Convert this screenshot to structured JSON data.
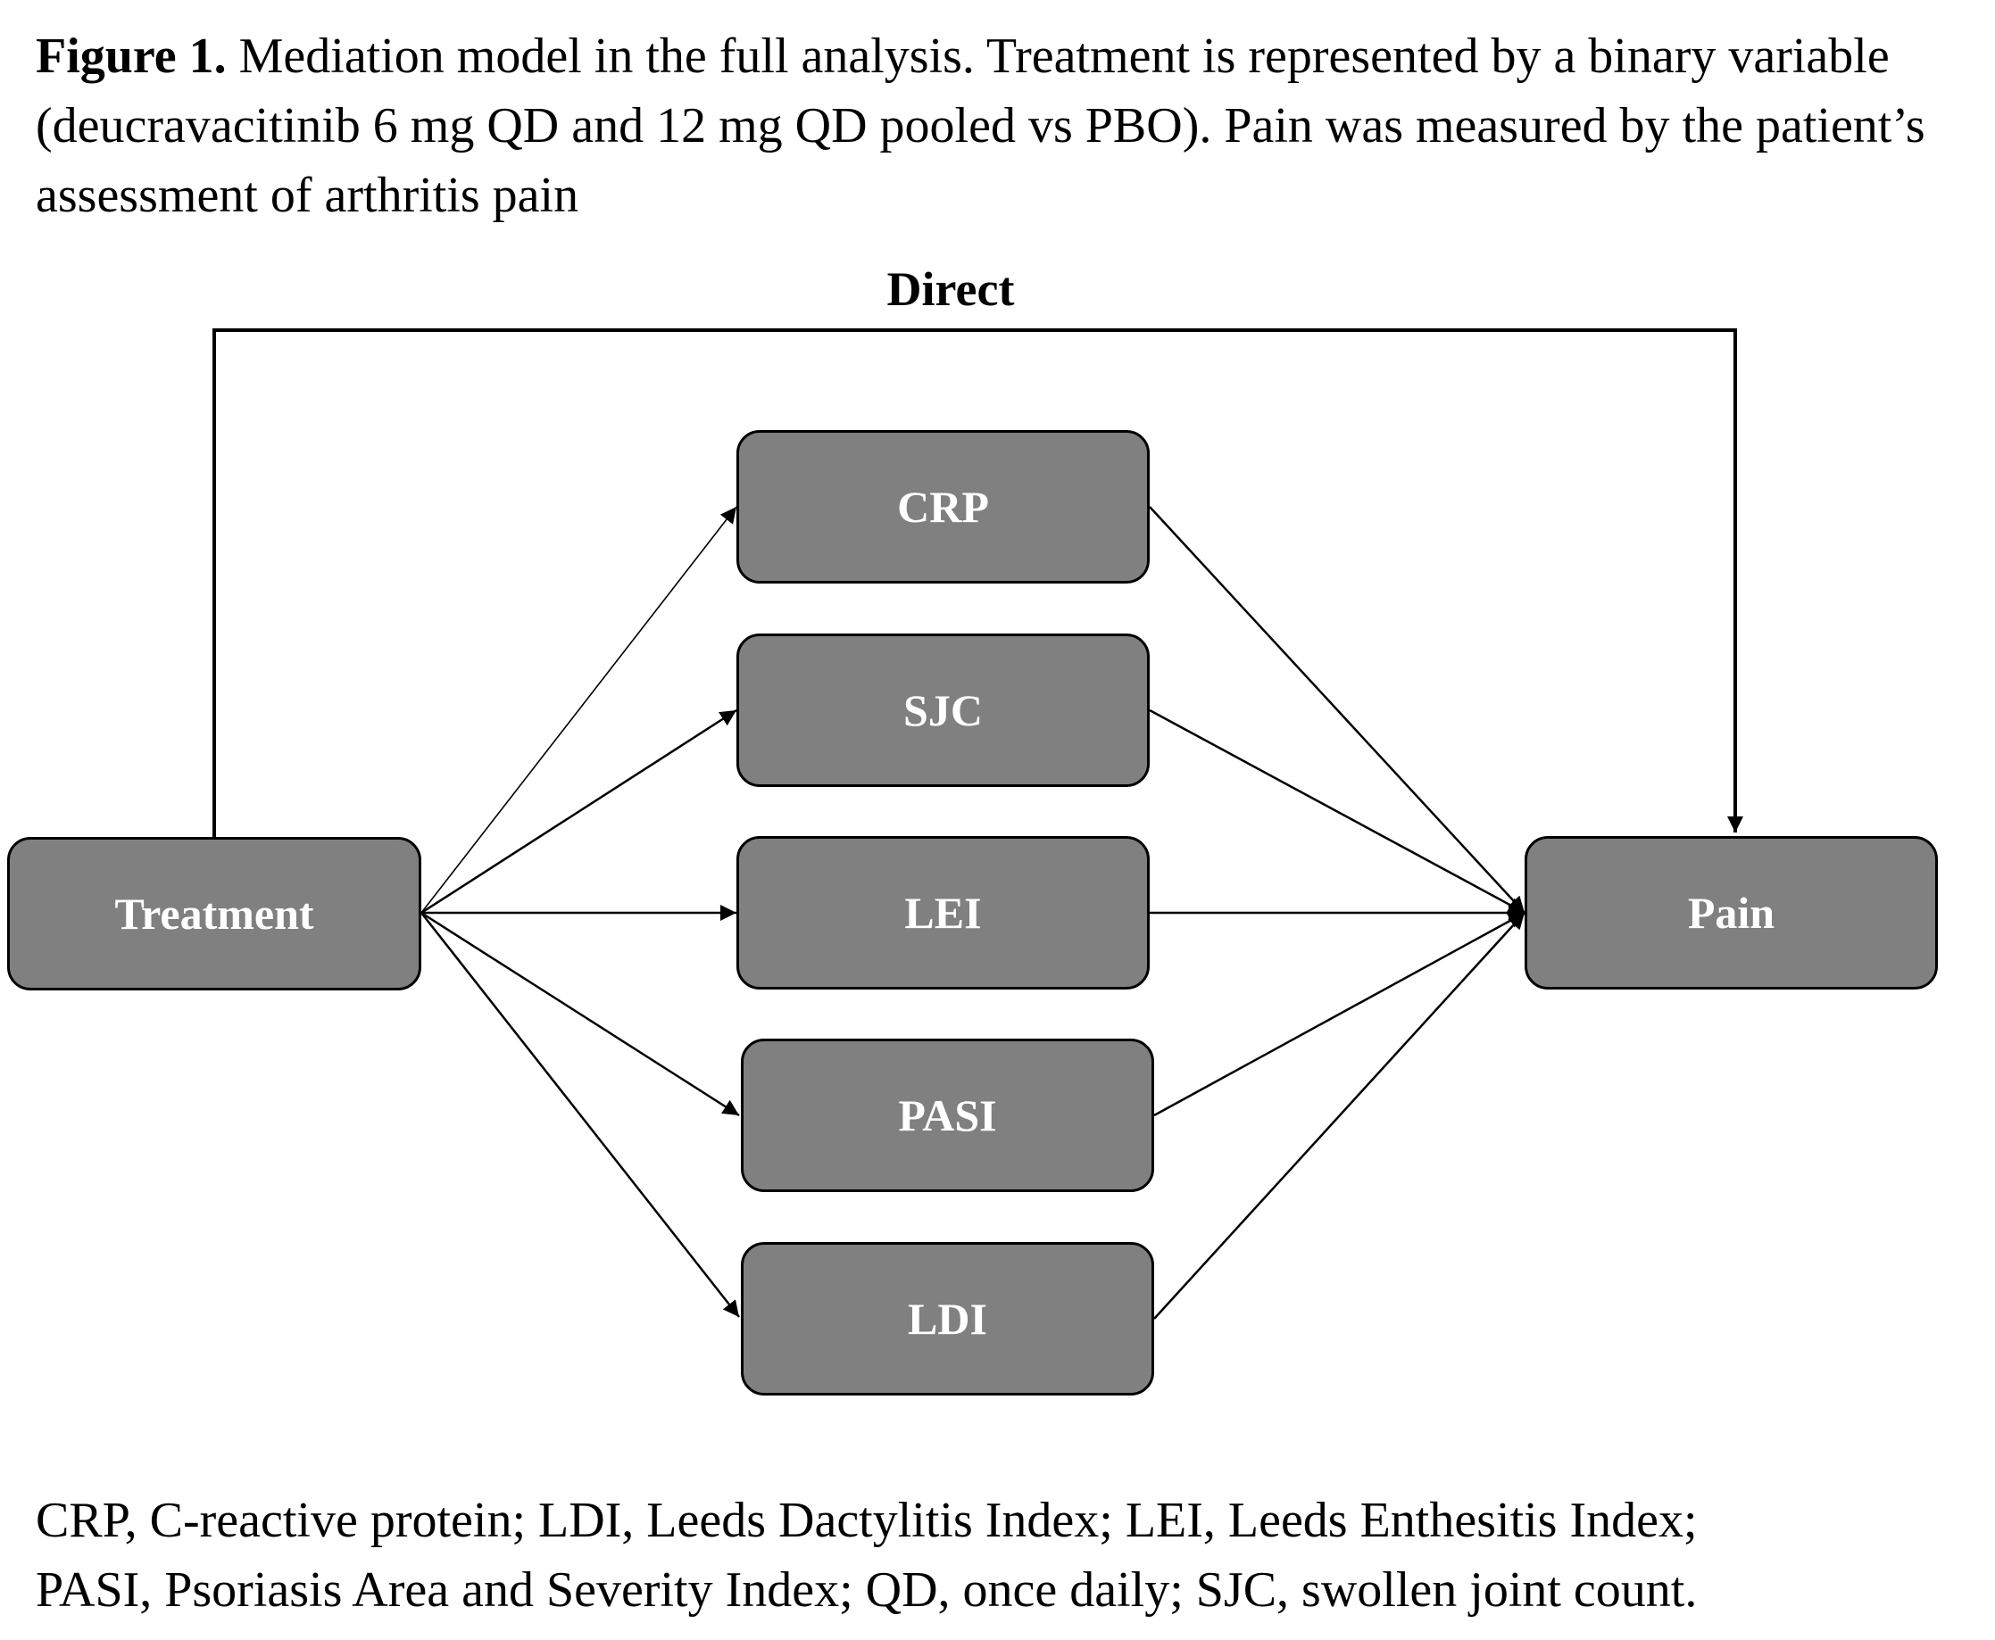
{
  "caption": {
    "figure_label": "Figure 1.",
    "text": " Mediation model in the full analysis. Treatment is represented by a binary variable (deucravacitinib 6 mg QD and 12 mg QD pooled vs PBO). Pain was measured by the patient’s assessment of arthritis pain"
  },
  "diagram": {
    "direct_label": "Direct",
    "nodes": {
      "treatment": "Treatment",
      "pain": "Pain",
      "mediators": [
        "CRP",
        "SJC",
        "LEI",
        "PASI",
        "LDI"
      ]
    },
    "colors": {
      "node_fill": "#808080",
      "node_border": "#000000",
      "node_text": "#ffffff"
    }
  },
  "footnote": {
    "line1": "CRP, C-reactive protein; LDI, Leeds Dactylitis Index; LEI, Leeds Enthesitis Index;",
    "line2": "PASI, Psoriasis Area and Severity Index; QD, once daily; SJC, swollen joint count."
  }
}
